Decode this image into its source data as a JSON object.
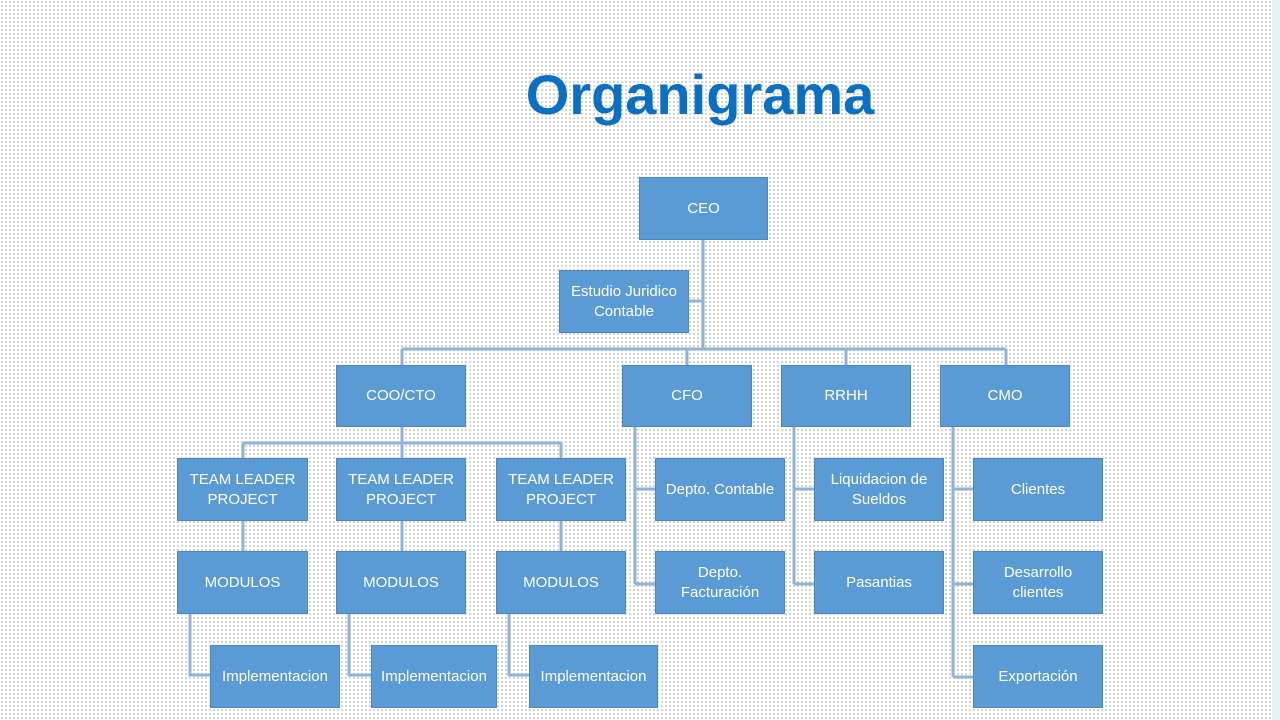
{
  "title": "Organigrama",
  "colors": {
    "title": "#0b6fc3",
    "box_fill": "#5b9bd5",
    "connector": "#8fb4d9",
    "box_text": "#ffffff"
  },
  "nodes": {
    "ceo": "CEO",
    "legal": "Estudio Juridico\nContable",
    "coo": "COO/CTO",
    "cfo": "CFO",
    "rrhh": "RRHH",
    "cmo": "CMO",
    "tl1": "TEAM LEADER\nPROJECT",
    "tl2": "TEAM LEADER\nPROJECT",
    "tl3": "TEAM LEADER\nPROJECT",
    "mod1": "MODULOS",
    "mod2": "MODULOS",
    "mod3": "MODULOS",
    "imp1": "Implementacion",
    "imp2": "Implementacion",
    "imp3": "Implementacion",
    "contable": "Depto. Contable",
    "facturacion": "Depto.\nFacturación",
    "sueldos": "Liquidacion de\nSueldos",
    "pasantias": "Pasantias",
    "clientes": "Clientes",
    "desarrollo": "Desarrollo\nclientes",
    "exportacion": "Exportación"
  }
}
